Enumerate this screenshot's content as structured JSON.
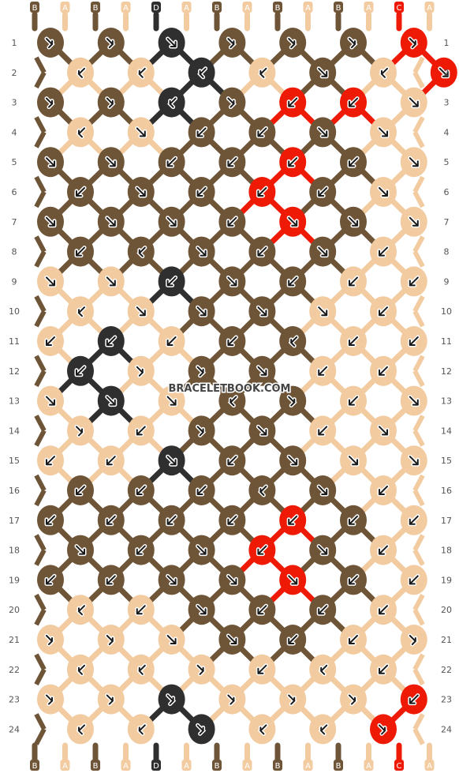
{
  "colors": {
    "A": "#f2cba0",
    "B": "#6e5538",
    "C": "#ee1a06",
    "D": "#2f2f2f"
  },
  "strings": [
    "B",
    "A",
    "B",
    "A",
    "D",
    "A",
    "B",
    "A",
    "B",
    "A",
    "B",
    "A",
    "C",
    "A"
  ],
  "rows": [
    {
      "label": "1",
      "knots": [
        [
          "B",
          "fb"
        ],
        [
          "B",
          "fb"
        ],
        [
          "D",
          "f"
        ],
        [
          "B",
          "fb"
        ],
        [
          "B",
          "fb"
        ],
        [
          "B",
          "fb"
        ],
        [
          "C",
          "fb"
        ]
      ]
    },
    {
      "label": "2",
      "knots": [
        [
          "A",
          "bf"
        ],
        [
          "A",
          "bf"
        ],
        [
          "D",
          "bf"
        ],
        [
          "A",
          "bf"
        ],
        [
          "B",
          "f"
        ],
        [
          "A",
          "bf"
        ],
        [
          "C",
          "f"
        ]
      ]
    },
    {
      "label": "3",
      "knots": [
        [
          "B",
          "fb"
        ],
        [
          "B",
          "fb"
        ],
        [
          "D",
          "bf"
        ],
        [
          "B",
          "fb"
        ],
        [
          "C",
          "b"
        ],
        [
          "C",
          "b"
        ],
        [
          "A",
          "f"
        ]
      ]
    },
    {
      "label": "4",
      "knots": [
        [
          "A",
          "bf"
        ],
        [
          "A",
          "f"
        ],
        [
          "B",
          "b"
        ],
        [
          "B",
          "b"
        ],
        [
          "B",
          "f"
        ],
        [
          "A",
          "f"
        ]
      ]
    },
    {
      "label": "5",
      "knots": [
        [
          "B",
          "f"
        ],
        [
          "B",
          "f"
        ],
        [
          "B",
          "b"
        ],
        [
          "B",
          "b"
        ],
        [
          "C",
          "b"
        ],
        [
          "B",
          "b"
        ],
        [
          "A",
          "f"
        ]
      ]
    },
    {
      "label": "6",
      "knots": [
        [
          "B",
          "b"
        ],
        [
          "B",
          "f"
        ],
        [
          "B",
          "b"
        ],
        [
          "C",
          "b"
        ],
        [
          "B",
          "b"
        ],
        [
          "A",
          "f"
        ]
      ]
    },
    {
      "label": "7",
      "knots": [
        [
          "B",
          "f"
        ],
        [
          "B",
          "f"
        ],
        [
          "B",
          "f"
        ],
        [
          "B",
          "b"
        ],
        [
          "C",
          "f"
        ],
        [
          "B",
          "f"
        ],
        [
          "A",
          "f"
        ]
      ]
    },
    {
      "label": "8",
      "knots": [
        [
          "B",
          "b"
        ],
        [
          "B",
          "bf"
        ],
        [
          "B",
          "f"
        ],
        [
          "B",
          "b"
        ],
        [
          "B",
          "f"
        ],
        [
          "A",
          "b"
        ]
      ]
    },
    {
      "label": "9",
      "knots": [
        [
          "A",
          "f"
        ],
        [
          "A",
          "f"
        ],
        [
          "D",
          "b"
        ],
        [
          "B",
          "f"
        ],
        [
          "B",
          "b"
        ],
        [
          "A",
          "b"
        ],
        [
          "A",
          "b"
        ]
      ]
    },
    {
      "label": "10",
      "knots": [
        [
          "A",
          "bf"
        ],
        [
          "A",
          "f"
        ],
        [
          "B",
          "f"
        ],
        [
          "B",
          "f"
        ],
        [
          "A",
          "f"
        ],
        [
          "A",
          "b"
        ]
      ]
    },
    {
      "label": "11",
      "knots": [
        [
          "A",
          "b"
        ],
        [
          "D",
          "b"
        ],
        [
          "A",
          "b"
        ],
        [
          "B",
          "b"
        ],
        [
          "B",
          "bf"
        ],
        [
          "A",
          "b"
        ],
        [
          "A",
          "b"
        ]
      ]
    },
    {
      "label": "12",
      "knots": [
        [
          "D",
          "b"
        ],
        [
          "A",
          "fb"
        ],
        [
          "B",
          "fb"
        ],
        [
          "B",
          "f"
        ],
        [
          "A",
          "b"
        ],
        [
          "A",
          "b"
        ]
      ]
    },
    {
      "label": "13",
      "knots": [
        [
          "A",
          "f"
        ],
        [
          "D",
          "f"
        ],
        [
          "A",
          "f"
        ],
        [
          "B",
          "bf"
        ],
        [
          "B",
          "fb"
        ],
        [
          "A",
          "b"
        ],
        [
          "A",
          "f"
        ]
      ]
    },
    {
      "label": "14",
      "knots": [
        [
          "A",
          "fb"
        ],
        [
          "A",
          "b"
        ],
        [
          "B",
          "fb"
        ],
        [
          "B",
          "f"
        ],
        [
          "A",
          "b"
        ],
        [
          "A",
          "f"
        ]
      ]
    },
    {
      "label": "15",
      "knots": [
        [
          "A",
          "b"
        ],
        [
          "A",
          "b"
        ],
        [
          "D",
          "f"
        ],
        [
          "B",
          "b"
        ],
        [
          "B",
          "f"
        ],
        [
          "A",
          "f"
        ],
        [
          "A",
          "f"
        ]
      ]
    },
    {
      "label": "16",
      "knots": [
        [
          "B",
          "b"
        ],
        [
          "B",
          "b"
        ],
        [
          "B",
          "b"
        ],
        [
          "B",
          "bf"
        ],
        [
          "B",
          "f"
        ],
        [
          "A",
          "b"
        ]
      ]
    },
    {
      "label": "17",
      "knots": [
        [
          "B",
          "b"
        ],
        [
          "B",
          "b"
        ],
        [
          "B",
          "b"
        ],
        [
          "B",
          "b"
        ],
        [
          "C",
          "b"
        ],
        [
          "B",
          "b"
        ],
        [
          "A",
          "b"
        ]
      ]
    },
    {
      "label": "18",
      "knots": [
        [
          "B",
          "f"
        ],
        [
          "B",
          "b"
        ],
        [
          "B",
          "f"
        ],
        [
          "C",
          "b"
        ],
        [
          "B",
          "f"
        ],
        [
          "A",
          "b"
        ]
      ]
    },
    {
      "label": "19",
      "knots": [
        [
          "B",
          "b"
        ],
        [
          "B",
          "b"
        ],
        [
          "B",
          "f"
        ],
        [
          "B",
          "f"
        ],
        [
          "C",
          "f"
        ],
        [
          "B",
          "b"
        ],
        [
          "A",
          "b"
        ]
      ]
    },
    {
      "label": "20",
      "knots": [
        [
          "A",
          "bf"
        ],
        [
          "A",
          "b"
        ],
        [
          "B",
          "f"
        ],
        [
          "B",
          "b"
        ],
        [
          "B",
          "b"
        ],
        [
          "A",
          "b"
        ]
      ]
    },
    {
      "label": "21",
      "knots": [
        [
          "A",
          "fb"
        ],
        [
          "A",
          "fb"
        ],
        [
          "A",
          "f"
        ],
        [
          "B",
          "f"
        ],
        [
          "B",
          "b"
        ],
        [
          "A",
          "b"
        ],
        [
          "A",
          "fb"
        ]
      ]
    },
    {
      "label": "22",
      "knots": [
        [
          "A",
          "bf"
        ],
        [
          "A",
          "bf"
        ],
        [
          "A",
          "fb"
        ],
        [
          "A",
          "b"
        ],
        [
          "A",
          "bf"
        ],
        [
          "A",
          "b"
        ]
      ]
    },
    {
      "label": "23",
      "knots": [
        [
          "A",
          "fb"
        ],
        [
          "A",
          "fb"
        ],
        [
          "D",
          "fb"
        ],
        [
          "A",
          "fb"
        ],
        [
          "A",
          "fb"
        ],
        [
          "A",
          "fb"
        ],
        [
          "C",
          "b"
        ]
      ]
    },
    {
      "label": "24",
      "knots": [
        [
          "A",
          "bf"
        ],
        [
          "A",
          "bf"
        ],
        [
          "D",
          "fb"
        ],
        [
          "A",
          "bf"
        ],
        [
          "A",
          "bf"
        ],
        [
          "C",
          "fb"
        ]
      ]
    }
  ],
  "watermark": "BRACELETBOOK.COM"
}
